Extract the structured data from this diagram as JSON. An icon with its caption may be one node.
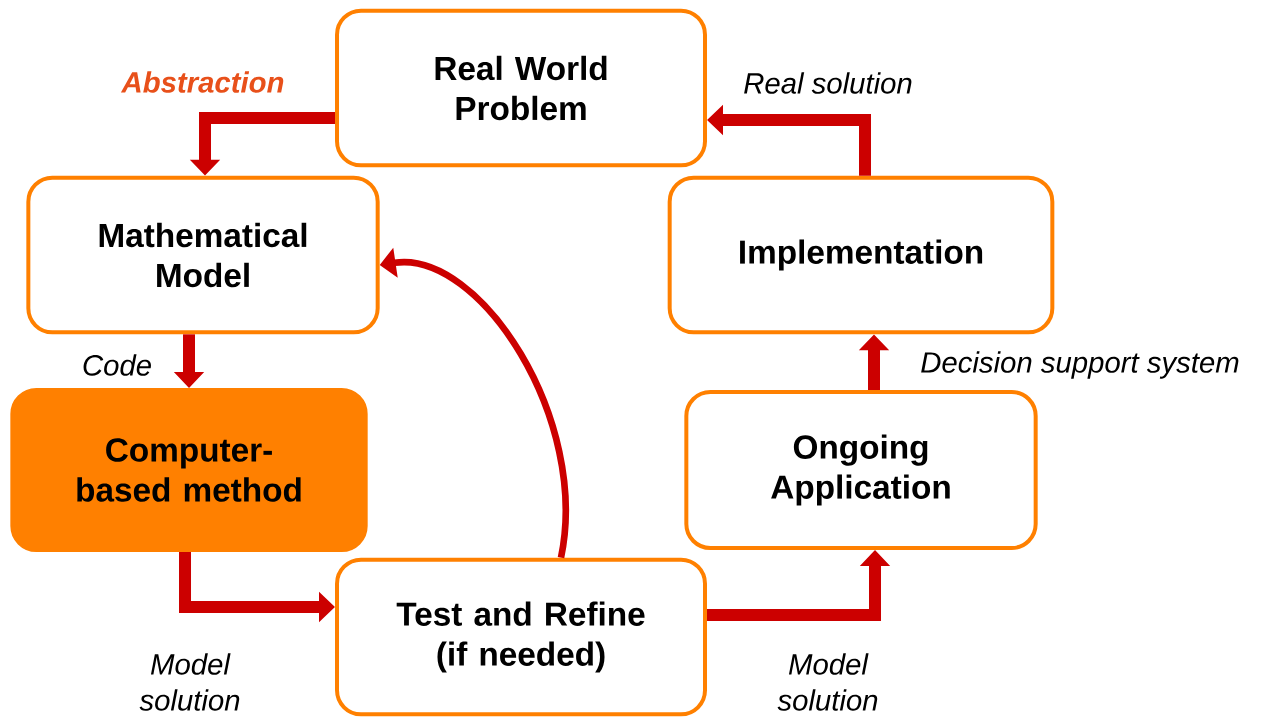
{
  "diagram": {
    "nodes": [
      {
        "text": [
          "Real World Problem"
        ]
      },
      {
        "text": [
          "Mathematical Model"
        ]
      },
      {
        "text": [
          "Computer-based method"
        ]
      },
      {
        "text": [
          "Test and Refine (if needed)"
        ]
      },
      {
        "text": [
          "Ongoing Application"
        ]
      },
      {
        "text": [
          "Implementation"
        ]
      }
    ],
    "edges": [
      {
        "from": 0,
        "to": 1,
        "arrow": "to",
        "label": "Abstraction"
      },
      {
        "from": 1,
        "to": 2,
        "arrow": "to",
        "label": "Code"
      },
      {
        "from": 2,
        "to": 3,
        "arrow": "to",
        "label": "Model solution"
      },
      {
        "from": 3,
        "to": 4,
        "arrow": "to",
        "label": "Model solution"
      },
      {
        "from": 4,
        "to": 5,
        "arrow": "to",
        "label": "Decision support system"
      },
      {
        "from": 5,
        "to": 0,
        "arrow": "to",
        "label": "Real solution"
      },
      {
        "from": 3,
        "to": 1,
        "arrow": "to"
      }
    ]
  }
}
